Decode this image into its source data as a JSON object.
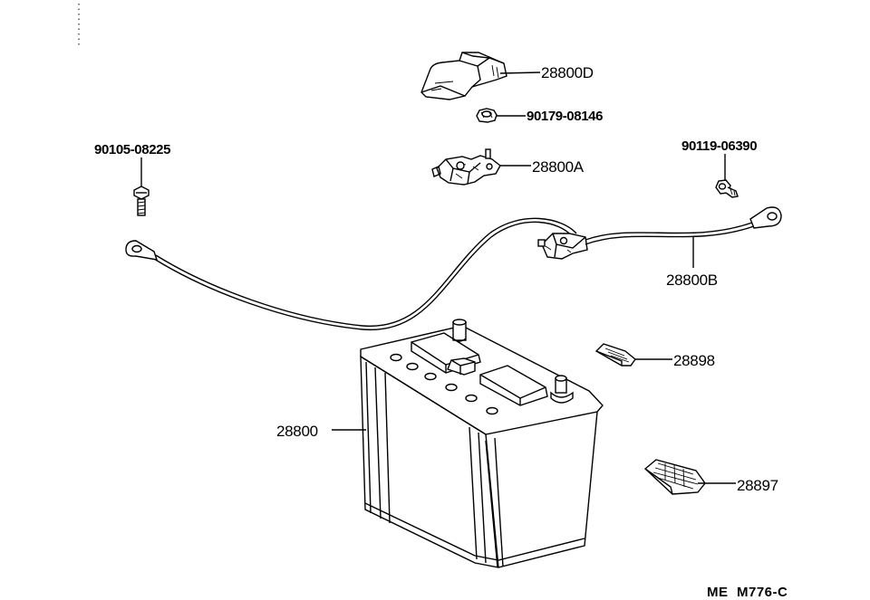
{
  "parts": [
    {
      "key": "cover",
      "label": "28800D"
    },
    {
      "key": "nut",
      "label": "90179-08146"
    },
    {
      "key": "terminal_a",
      "label": "28800A"
    },
    {
      "key": "bolt_left",
      "label": "90105-08225"
    },
    {
      "key": "bolt_right",
      "label": "90119-06390"
    },
    {
      "key": "cable_b",
      "label": "28800B"
    },
    {
      "key": "plate_28898",
      "label": "28898"
    },
    {
      "key": "battery",
      "label": "28800"
    },
    {
      "key": "tray_28897",
      "label": "28897"
    }
  ],
  "footer": {
    "code_left": "ME",
    "code_right": "M776-C"
  }
}
